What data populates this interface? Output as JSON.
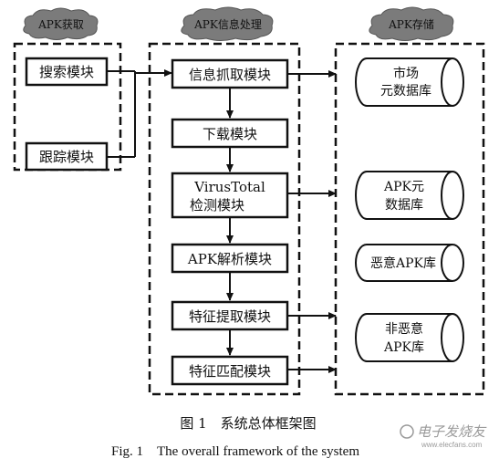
{
  "groups": {
    "acquire": "APK获取",
    "process": "APK信息处理",
    "storage": "APK存储"
  },
  "modules": {
    "search": "搜索模块",
    "track": "跟踪模块",
    "info_extract": "信息抓取模块",
    "download": "下载模块",
    "virustotal_line1": "VirusTotal",
    "virustotal_line2": "检测模块",
    "apk_parse": "APK解析模块",
    "feature_extract": "特征提取模块",
    "feature_match": "特征匹配模块"
  },
  "databases": {
    "market_meta_line1": "市场",
    "market_meta_line2": "元数据库",
    "apk_meta_line1": "APK元",
    "apk_meta_line2": "数据库",
    "malicious": "恶意APK库",
    "benign_line1": "非恶意",
    "benign_line2": "APK库"
  },
  "caption": {
    "cn": "图 1　系统总体框架图",
    "en": "Fig. 1　The overall framework of the system"
  },
  "watermark": {
    "text": "电子发烧友",
    "sub": "www.elecfans.com"
  }
}
